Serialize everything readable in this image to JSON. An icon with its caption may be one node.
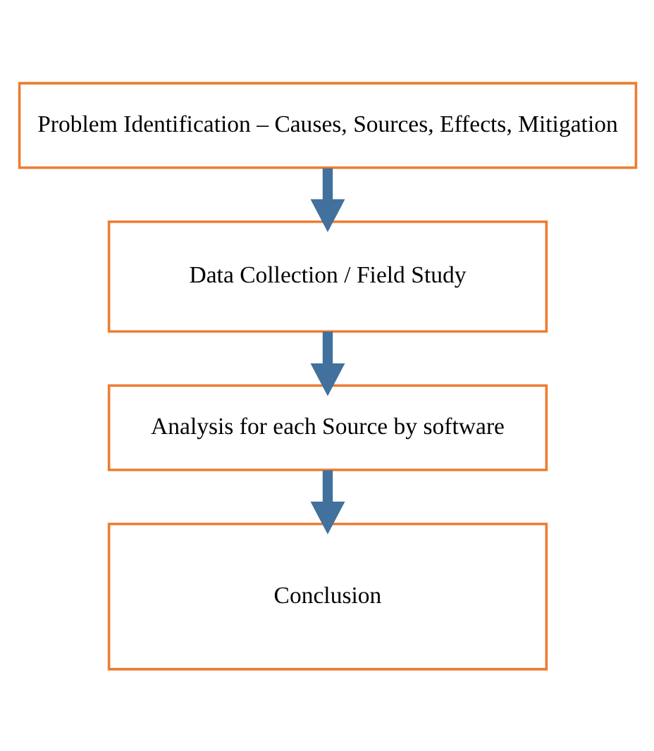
{
  "diagram": {
    "nodes": [
      {
        "text": [
          "Problem Identification – Causes, Sources, Effects, Mitigation"
        ]
      },
      {
        "text": [
          "Data Collection / Field Study"
        ]
      },
      {
        "text": [
          "Analysis for each Source by software"
        ]
      },
      {
        "text": [
          "Conclusion"
        ]
      }
    ],
    "edges": [
      {
        "from": 0,
        "to": 1,
        "arrow": "to"
      },
      {
        "from": 1,
        "to": 2,
        "arrow": "to"
      },
      {
        "from": 2,
        "to": 3,
        "arrow": "to"
      }
    ]
  }
}
